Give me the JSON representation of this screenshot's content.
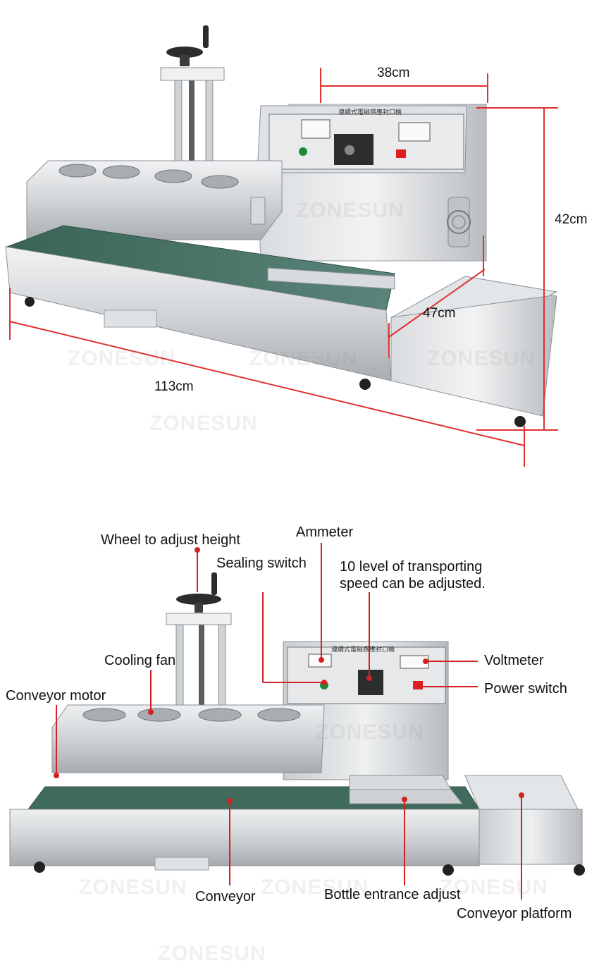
{
  "dimensions": {
    "width": "38cm",
    "height": "42cm",
    "depth": "47cm",
    "length": "113cm"
  },
  "watermark": "ZONESUN",
  "machine_panel_title": "連續式電磁感應封口機",
  "callouts": {
    "wheel": "Wheel to adjust height",
    "ammeter": "Ammeter",
    "sealing_switch": "Sealing switch",
    "speed": "10 level of transporting speed can be adjusted.",
    "cooling_fan": "Cooling fan",
    "voltmeter": "Voltmeter",
    "conveyor_motor": "Conveyor motor",
    "power_switch": "Power switch",
    "conveyor": "Conveyor",
    "bottle_entrance": "Bottle entrance adjust",
    "conveyor_platform": "Conveyor platform"
  },
  "colors": {
    "dimension_line": "#e03030",
    "steel_light": "#e6e8ea",
    "steel_mid": "#c4c8cc",
    "steel_dark": "#8e9398",
    "belt": "#3f6a5c",
    "fan_grill": "#9aa0a6",
    "power_switch": "#e02020",
    "sealing_switch": "#1a8a3a"
  }
}
